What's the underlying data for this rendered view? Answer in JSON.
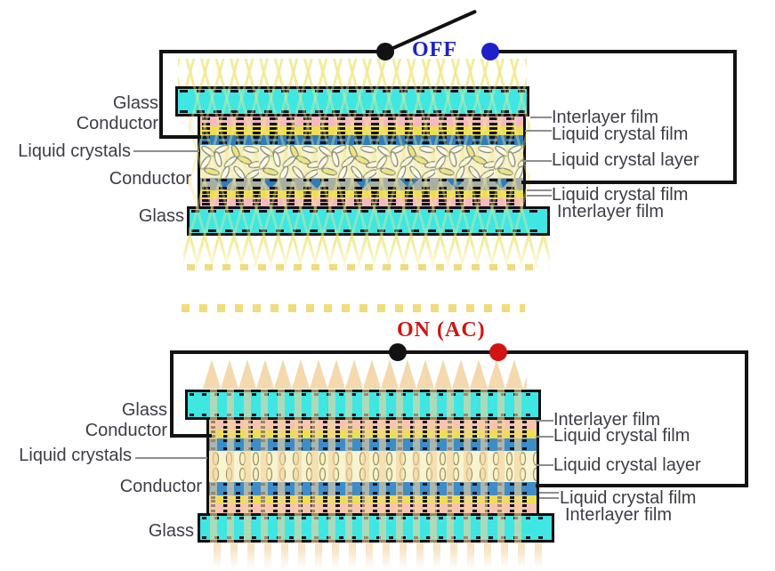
{
  "colors": {
    "glass": "#3fe6e2",
    "interlayer_film": "#f4b9c4",
    "interlayer_film_warm": "#f6c4b0",
    "liquid_crystal_film": "#eedd55",
    "conductor_blue": "#2e7cbb",
    "conductor_blue_on": "#3e8cc8",
    "conductor_gray": "#a9aea5",
    "liquid_crystal_layer": "#f8f3d0",
    "wire": "#121212",
    "off_state": "#1c22c8",
    "on_state": "#d01414",
    "label": "#3d3d47",
    "leader": "#8e8e8e",
    "light_yellow": "#f1e98e",
    "light_tan": "#f2d3a0"
  },
  "off_diagram": {
    "state_label": "OFF",
    "left_labels": {
      "glass_top": "Glass",
      "conductor_top": "Conductor",
      "liquid_crystals": "Liquid crystals",
      "conductor_bottom": "Conductor",
      "glass_bottom": "Glass"
    },
    "right_labels": {
      "interlayer_top": "Interlayer film",
      "lc_film_top": "Liquid crystal film",
      "lc_layer": "Liquid crystal layer",
      "lc_film_bottom": "Liquid crystal film",
      "interlayer_bottom": "Interlayer film"
    }
  },
  "on_diagram": {
    "state_label": "ON (AC)",
    "left_labels": {
      "glass_top": "Glass",
      "conductor_top": "Conductor",
      "liquid_crystals": "Liquid crystals",
      "conductor_bottom": "Conductor",
      "glass_bottom": "Glass"
    },
    "right_labels": {
      "interlayer_top": "Interlayer film",
      "lc_film_top": "Liquid crystal film",
      "lc_layer": "Liquid crystal layer",
      "lc_film_bottom": "Liquid crystal film",
      "interlayer_bottom": "Interlayer film"
    }
  }
}
